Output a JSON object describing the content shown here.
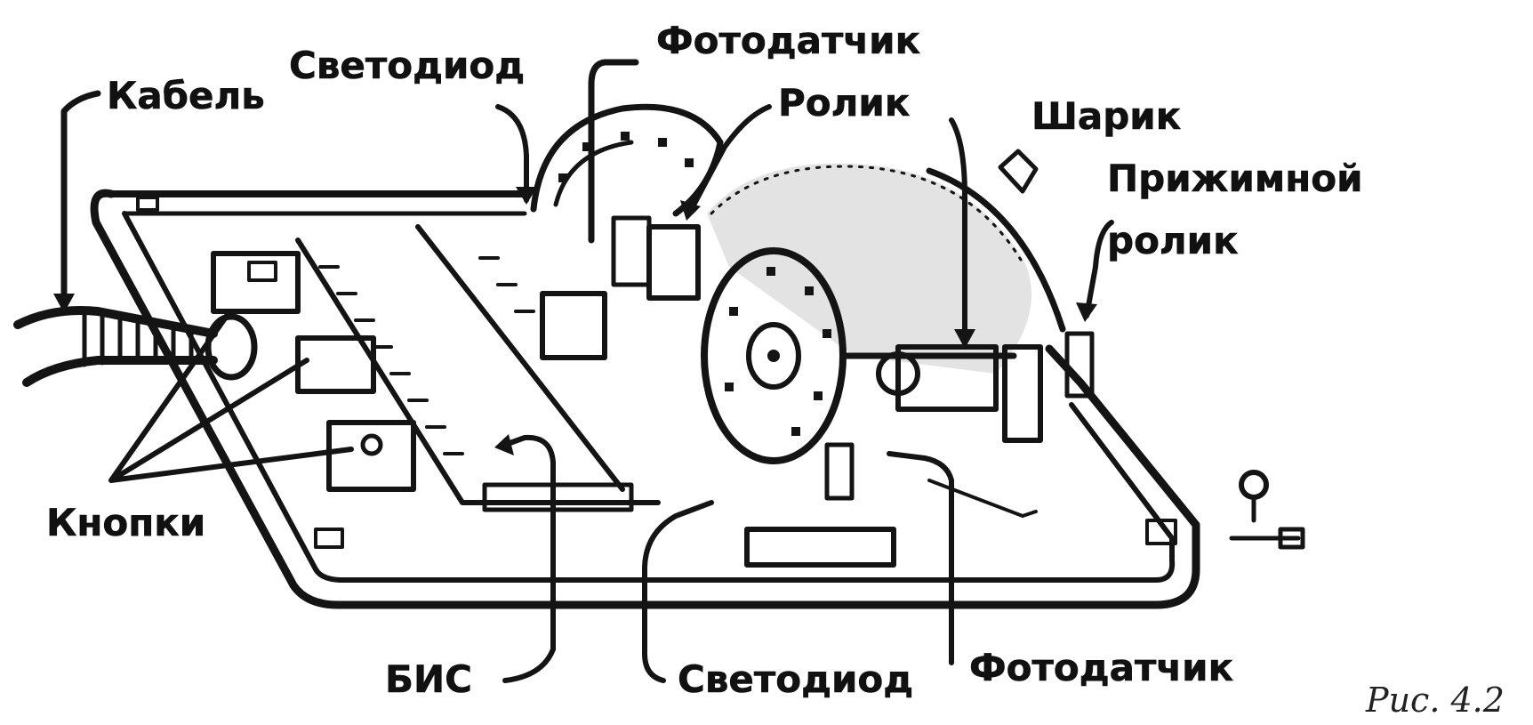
{
  "labels": {
    "cable": "Кабель",
    "led_top": "Светодиод",
    "photosensor_top": "Фотодатчик",
    "roller": "Ролик",
    "ball": "Шарик",
    "pressure_roller_line1": "Прижимной",
    "pressure_roller_line2": "ролик",
    "buttons": "Кнопки",
    "lsi_chip": "БИС",
    "led_bottom": "Светодиод",
    "photosensor_bottom": "Фотодатчик"
  },
  "caption": "Рис. 4.2",
  "colors": {
    "ink": "#141414",
    "paper": "#ffffff",
    "ball_shade": "#d9d9d9"
  }
}
